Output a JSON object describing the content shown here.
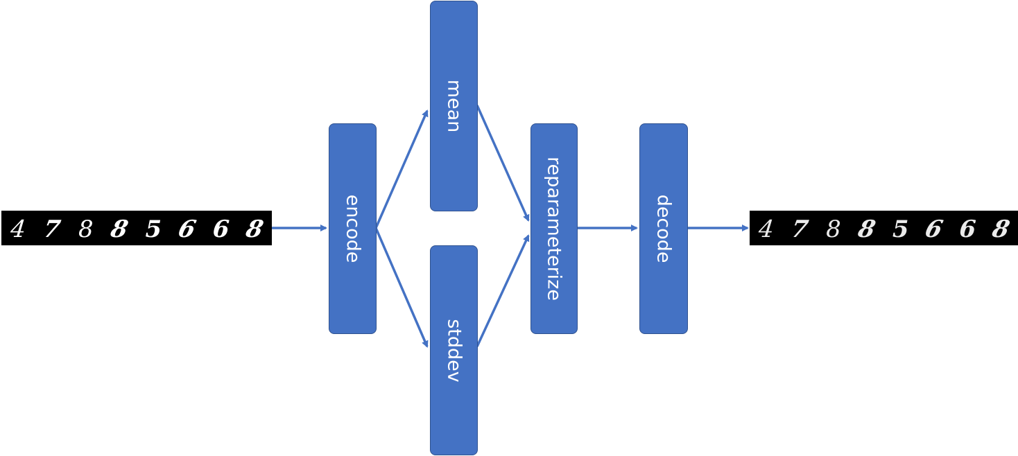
{
  "blocks": {
    "encode": "encode",
    "mean": "mean",
    "stddev": "stddev",
    "reparameterize": "reparameterize",
    "decode": "decode"
  },
  "input_digits": [
    "4",
    "7",
    "8",
    "8",
    "5",
    "6",
    "6",
    "8"
  ],
  "output_digits": [
    "4",
    "7",
    "8",
    "8",
    "5",
    "6",
    "6",
    "8"
  ],
  "colors": {
    "block_fill": "#4472c4",
    "block_border": "#2f528f",
    "arrow": "#4472c4",
    "strip_background": "#000000",
    "digit": "#ffffff"
  }
}
